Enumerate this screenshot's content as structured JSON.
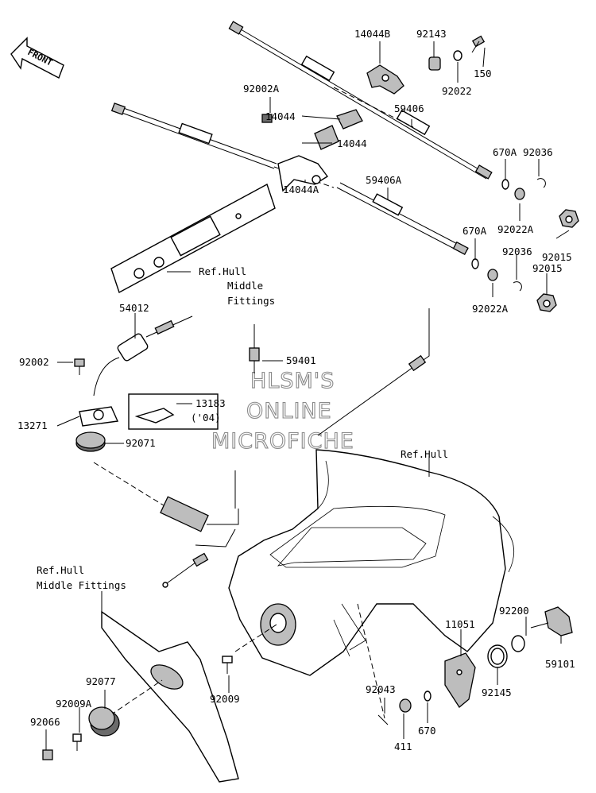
{
  "diagram": {
    "front_indicator": "FRONT",
    "watermark": [
      "HLSM'S",
      "ONLINE",
      "MICROFICHE"
    ],
    "callouts": {
      "p14044B": "14044B",
      "p92143": "92143",
      "p150": "150",
      "p92022": "92022",
      "p92002A": "92002A",
      "p14044_upper": "14044",
      "p14044_lower": "14044",
      "p59406": "59406",
      "p670A_1": "670A",
      "p92036_1": "92036",
      "p59406A": "59406A",
      "p92022A_1": "92022A",
      "p92015_1": "92015",
      "p14044A": "14044A",
      "p670A_2": "670A",
      "p92036_2": "92036",
      "p92015_2": "92015",
      "p92022A_2": "92022A",
      "ref_hull_middle_1": "Ref.Hull",
      "ref_hull_middle_1b": "Middle",
      "ref_hull_middle_1c": "Fittings",
      "p54012": "54012",
      "p92002": "92002",
      "p59401": "59401",
      "p13183": "13183",
      "p13183_note": "('04)",
      "p13271": "13271",
      "p92071": "92071",
      "ref_hull": "Ref.Hull",
      "ref_hull_middle_2": "Ref.Hull",
      "ref_hull_middle_2b": "Middle Fittings",
      "p92200": "92200",
      "p11051": "11051",
      "p59101": "59101",
      "p92145": "92145",
      "p92077": "92077",
      "p92009A": "92009A",
      "p92066": "92066",
      "p92009": "92009",
      "p92043": "92043",
      "p670": "670",
      "p411": "411"
    }
  }
}
